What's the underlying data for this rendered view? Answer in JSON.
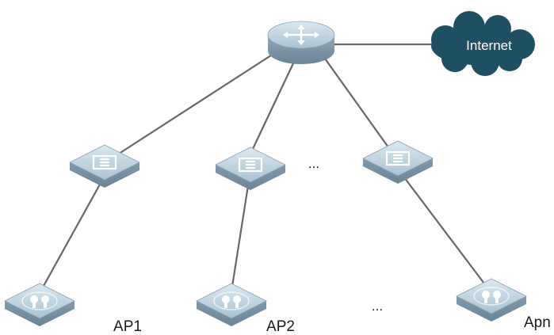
{
  "cloud": {
    "label": "Internet"
  },
  "router": {
    "icon": "router-icon"
  },
  "switches": [
    {
      "icon": "switch-icon"
    },
    {
      "icon": "switch-icon"
    },
    {
      "icon": "switch-icon"
    }
  ],
  "access_points": [
    {
      "label": "AP1",
      "icon": "access-point-icon"
    },
    {
      "label": "AP2",
      "icon": "access-point-icon"
    },
    {
      "label": "Apn",
      "icon": "access-point-icon"
    }
  ],
  "ellipsis_switch": "...",
  "ellipsis_ap": "...",
  "colors": {
    "cloud": "#1f4f63",
    "device_top": "#b9d1df",
    "device_side": "#7d99ab",
    "line": "#666666"
  }
}
